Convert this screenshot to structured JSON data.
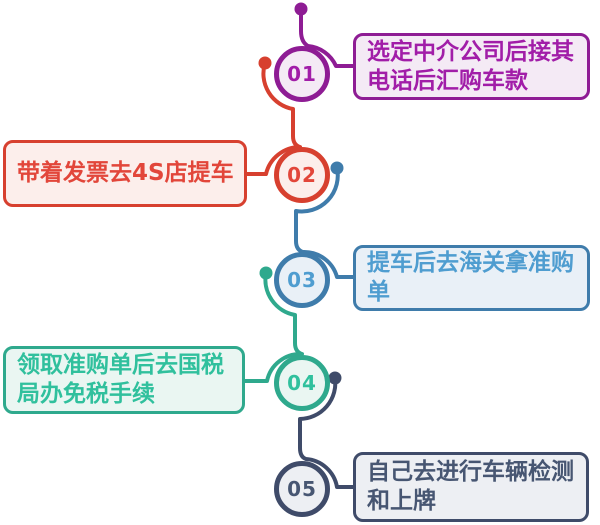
{
  "background": "#FFFFFF",
  "steps": [
    {
      "number": "01",
      "label": "选定中介公司后接其电话后汇购车款",
      "lines": [
        "选定中介公司后接其",
        "电话后汇购车款"
      ],
      "side": "right",
      "color": "#8E1C94",
      "text_color": "#A11DA8",
      "fill": "#F4EAF5"
    },
    {
      "number": "02",
      "label": "带着发票去4S店提车",
      "lines": [
        "带着发票去4S店提车",
        ""
      ],
      "side": "left",
      "color": "#D7402F",
      "text_color": "#E2463A",
      "fill": "#FCEEEB"
    },
    {
      "number": "03",
      "label": "提车后去海关拿准购单",
      "lines": [
        "提车后去海关拿准购",
        "单"
      ],
      "side": "right",
      "color": "#3F7CAB",
      "text_color": "#4F9DD0",
      "fill": "#E9F0F7"
    },
    {
      "number": "04",
      "label": "领取准购单后去国税局办免税手续",
      "lines": [
        "领取准购单后去国税",
        "局办免税手续"
      ],
      "side": "left",
      "color": "#2FA98D",
      "text_color": "#30C09D",
      "fill": "#EAF6F2"
    },
    {
      "number": "05",
      "label": "自己去进行车辆检测和上牌",
      "lines": [
        "自己去进行车辆检测",
        "和上牌"
      ],
      "side": "right",
      "color": "#3F4B69",
      "text_color": "#475672",
      "fill": "#EDEFF3"
    }
  ]
}
